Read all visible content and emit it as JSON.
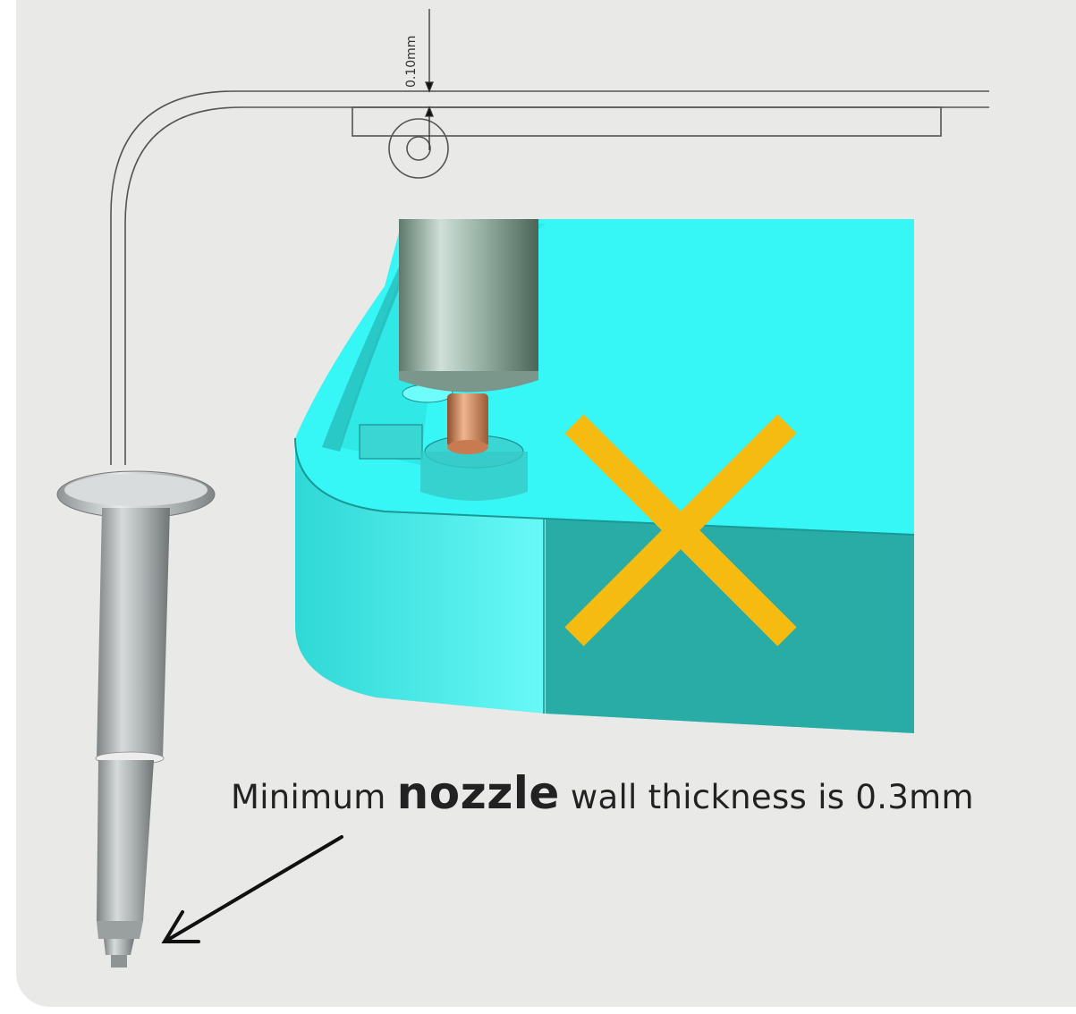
{
  "dimension": {
    "label": "0.10mm"
  },
  "caption": {
    "prefix": "Minimum ",
    "emphasis": "nozzle",
    "suffix": " wall thickness is 0.3mm"
  },
  "colors": {
    "background": "#e9e9e8",
    "mold_cyan": "#36f7f6",
    "mold_dark": "#29aba6",
    "cross": "#f6bb10",
    "steel": "#aeb4b4",
    "copper": "#d48a5c"
  },
  "icons": [
    "cross-mark-icon",
    "arrow-icon"
  ]
}
